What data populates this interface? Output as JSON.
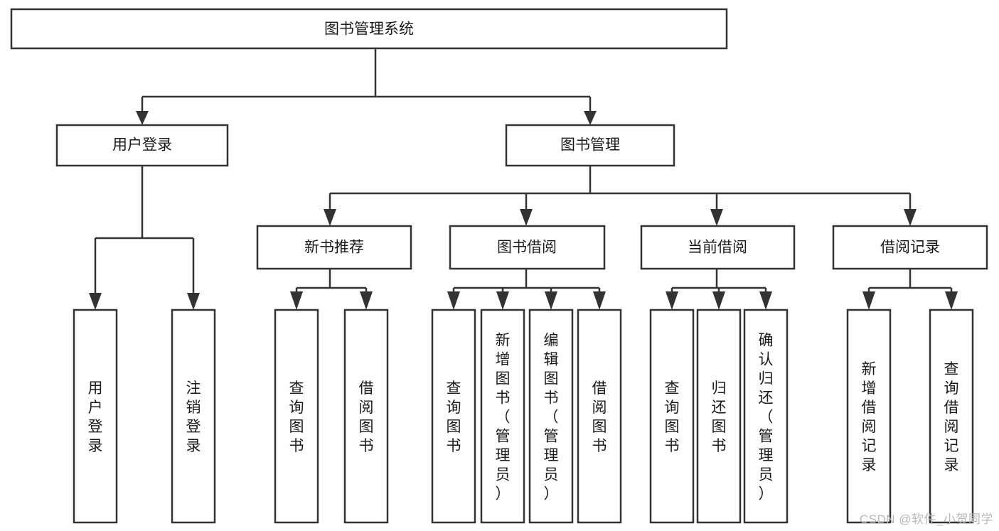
{
  "diagram": {
    "type": "tree-hierarchy-flowchart",
    "title": "图书管理系统",
    "orientation": "top-down",
    "style": {
      "background": "#ffffff",
      "box_fill": "#ffffff",
      "box_stroke": "#333333",
      "text_color": "#1a1a1a",
      "connector_color": "#333333"
    },
    "levels": [
      {
        "level": 1,
        "nodes": [
          {
            "id": "root",
            "label": "图书管理系统",
            "text_orientation": "horizontal"
          }
        ]
      },
      {
        "level": 2,
        "nodes": [
          {
            "id": "login",
            "label": "用户登录",
            "text_orientation": "horizontal",
            "parent": "root"
          },
          {
            "id": "bookmgmt",
            "label": "图书管理",
            "text_orientation": "horizontal",
            "parent": "root"
          }
        ]
      },
      {
        "level": 3,
        "nodes": [
          {
            "id": "newbook",
            "label": "新书推荐",
            "text_orientation": "horizontal",
            "parent": "bookmgmt"
          },
          {
            "id": "borrow",
            "label": "图书借阅",
            "text_orientation": "horizontal",
            "parent": "bookmgmt"
          },
          {
            "id": "current",
            "label": "当前借阅",
            "text_orientation": "horizontal",
            "parent": "bookmgmt"
          },
          {
            "id": "records",
            "label": "借阅记录",
            "text_orientation": "horizontal",
            "parent": "bookmgmt"
          }
        ]
      },
      {
        "level": 4,
        "nodes": [
          {
            "id": "leaf-user-login",
            "label": "用户登录",
            "text_orientation": "vertical",
            "parent": "login"
          },
          {
            "id": "leaf-user-logout",
            "label": "注销登录",
            "text_orientation": "vertical",
            "parent": "login"
          },
          {
            "id": "leaf-nb-query",
            "label": "查询图书",
            "text_orientation": "vertical",
            "parent": "newbook"
          },
          {
            "id": "leaf-nb-borrow",
            "label": "借阅图书",
            "text_orientation": "vertical",
            "parent": "newbook"
          },
          {
            "id": "leaf-bw-query",
            "label": "查询图书",
            "text_orientation": "vertical",
            "parent": "borrow"
          },
          {
            "id": "leaf-bw-add",
            "label": "新增图书（管理员）",
            "text_orientation": "vertical",
            "parent": "borrow"
          },
          {
            "id": "leaf-bw-edit",
            "label": "编辑图书（管理员）",
            "text_orientation": "vertical",
            "parent": "borrow"
          },
          {
            "id": "leaf-bw-borrow",
            "label": "借阅图书",
            "text_orientation": "vertical",
            "parent": "borrow"
          },
          {
            "id": "leaf-cu-query",
            "label": "查询图书",
            "text_orientation": "vertical",
            "parent": "current"
          },
          {
            "id": "leaf-cu-return",
            "label": "归还图书",
            "text_orientation": "vertical",
            "parent": "current"
          },
          {
            "id": "leaf-cu-confirm",
            "label": "确认归还（管理员）",
            "text_orientation": "vertical",
            "parent": "current"
          },
          {
            "id": "leaf-rc-add",
            "label": "新增借阅记录",
            "text_orientation": "vertical",
            "parent": "records"
          },
          {
            "id": "leaf-rc-query",
            "label": "查询借阅记录",
            "text_orientation": "vertical",
            "parent": "records"
          }
        ]
      }
    ]
  },
  "watermark": {
    "text": "CSDN @软件_小贺同学"
  }
}
